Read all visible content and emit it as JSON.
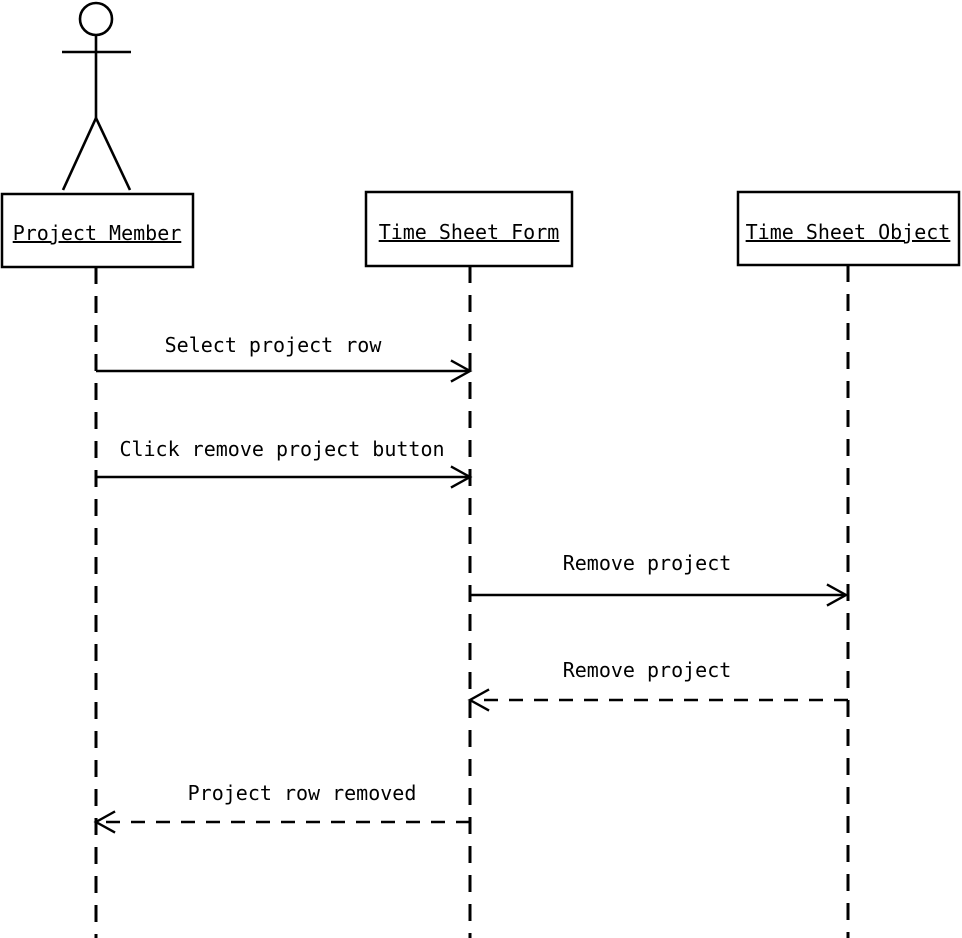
{
  "diagram": {
    "type": "uml-sequence-diagram",
    "colors": {
      "background": "#ffffff",
      "stroke": "#000000",
      "text": "#000000"
    },
    "lifelines": [
      {
        "label": "Project Member",
        "kind": "actor"
      },
      {
        "label": "Time Sheet Form",
        "kind": "object"
      },
      {
        "label": "Time Sheet Object",
        "kind": "object"
      }
    ],
    "messages": [
      {
        "label": "Select project row",
        "from": "Project Member",
        "to": "Time Sheet Form",
        "line": "solid"
      },
      {
        "label": "Click remove project button",
        "from": "Project Member",
        "to": "Time Sheet Form",
        "line": "solid"
      },
      {
        "label": "Remove project",
        "from": "Time Sheet Form",
        "to": "Time Sheet Object",
        "line": "solid"
      },
      {
        "label": "Remove project",
        "from": "Time Sheet Object",
        "to": "Time Sheet Form",
        "line": "dashed"
      },
      {
        "label": "Project row removed",
        "from": "Time Sheet Form",
        "to": "Project Member",
        "line": "dashed"
      }
    ]
  }
}
